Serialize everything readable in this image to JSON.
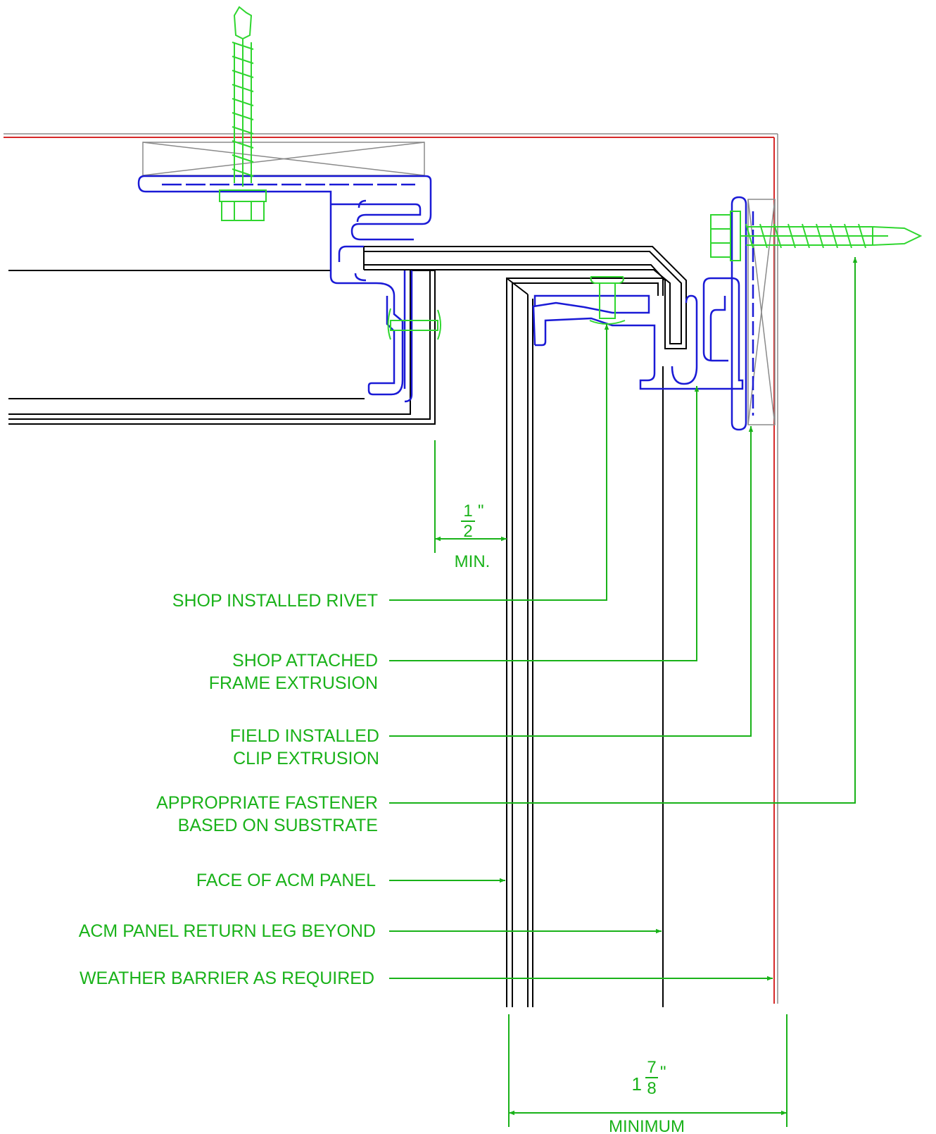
{
  "colors": {
    "annotation": "#19b219",
    "fastener": "#2fd62f",
    "extrusion": "#1a1ad6",
    "panel": "#000000",
    "barrier": "#d62a2a",
    "substrate": "#8a8a8a"
  },
  "notes": {
    "rivet": "SHOP INSTALLED  RIVET",
    "frame_line1": "SHOP ATTACHED",
    "frame_line2": "FRAME EXTRUSION",
    "clip_line1": "FIELD INSTALLED",
    "clip_line2": "CLIP EXTRUSION",
    "fastener_line1": "APPROPRIATE FASTENER",
    "fastener_line2": "BASED ON SUBSTRATE",
    "face": "FACE OF ACM PANEL",
    "return_leg": "ACM PANEL RETURN LEG BEYOND",
    "barrier": "WEATHER BARRIER AS REQUIRED"
  },
  "dimensions": {
    "gap": {
      "numerator": "1",
      "denominator": "2",
      "unit": "\"",
      "caption": "MIN."
    },
    "depth": {
      "whole": "1",
      "numerator": "7",
      "denominator": "8",
      "unit": "\"",
      "caption": "MINIMUM"
    }
  }
}
